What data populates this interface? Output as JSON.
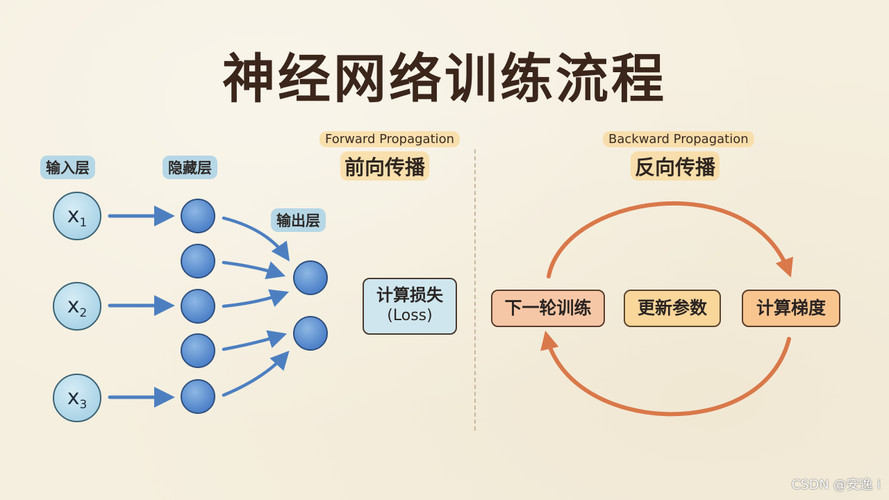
{
  "title": "神经网络训练流程",
  "forward": {
    "heading_en": "Forward Propagation",
    "heading_zh": "前向传播",
    "input_layer_label": "输入层",
    "hidden_layer_label": "隐藏层",
    "output_layer_label": "输出层",
    "inputs": [
      {
        "base": "x",
        "sub": "1"
      },
      {
        "base": "x",
        "sub": "2"
      },
      {
        "base": "x",
        "sub": "3"
      }
    ],
    "loss_label": "计算损失",
    "loss_label_en": "(Loss)"
  },
  "backward": {
    "heading_en": "Backward Propagation",
    "heading_zh": "反向传播",
    "steps": [
      "下一轮训练",
      "更新参数",
      "计算梯度"
    ]
  },
  "watermark": "CSDN @安逸 i",
  "colors": {
    "node_blue": "#4f82c9",
    "input_blue": "#a9d3e6",
    "arrow_blue": "#4d7fc0",
    "cycle_arrow": "#d9784a",
    "highlight_blue": "#a0cde6",
    "highlight_peach": "#fad796"
  }
}
